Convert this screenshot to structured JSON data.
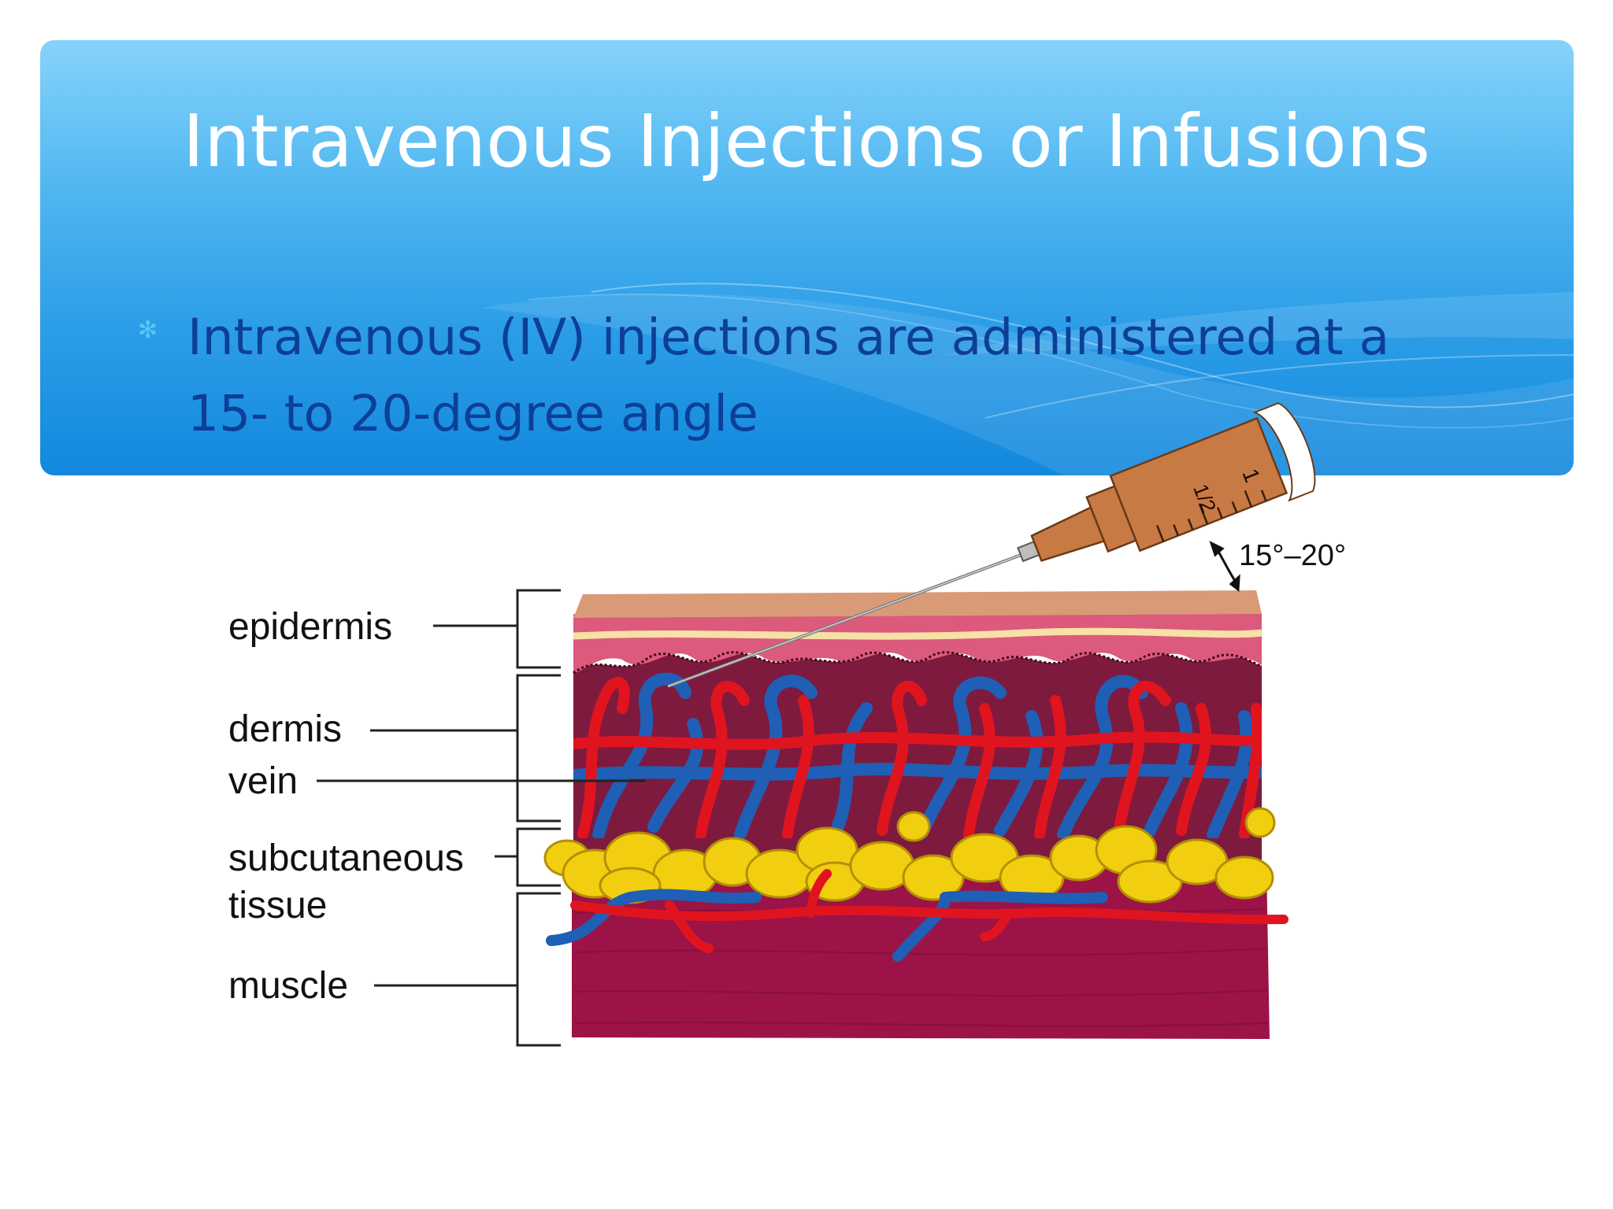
{
  "slide": {
    "title": "Intravenous Injections or Infusions",
    "bullet_glyph": "✻",
    "bullet_text": "Intravenous (IV) injections are administered at a 15- to 20-degree angle"
  },
  "diagram": {
    "labels": {
      "epidermis": "epidermis",
      "dermis": "dermis",
      "vein": "vein",
      "subcutaneous": "subcutaneous",
      "tissue": "tissue",
      "muscle": "muscle"
    },
    "angle_label": "15°–20°",
    "syringe_marks": {
      "half": "1/2",
      "one": "1"
    },
    "colors": {
      "header_top": "#86d3fb",
      "header_bottom": "#1288dd",
      "title_text": "#ffffff",
      "bullet_text": "#0d3f97",
      "epidermis_tan": "#d99a78",
      "epidermis_pink": "#dc5a7c",
      "dermis": "#7e1a3e",
      "artery": "#e0141f",
      "vein": "#1f5fb6",
      "fat": "#f1cf10",
      "muscle": "#9b1347",
      "syringe": "#c87a45"
    }
  }
}
